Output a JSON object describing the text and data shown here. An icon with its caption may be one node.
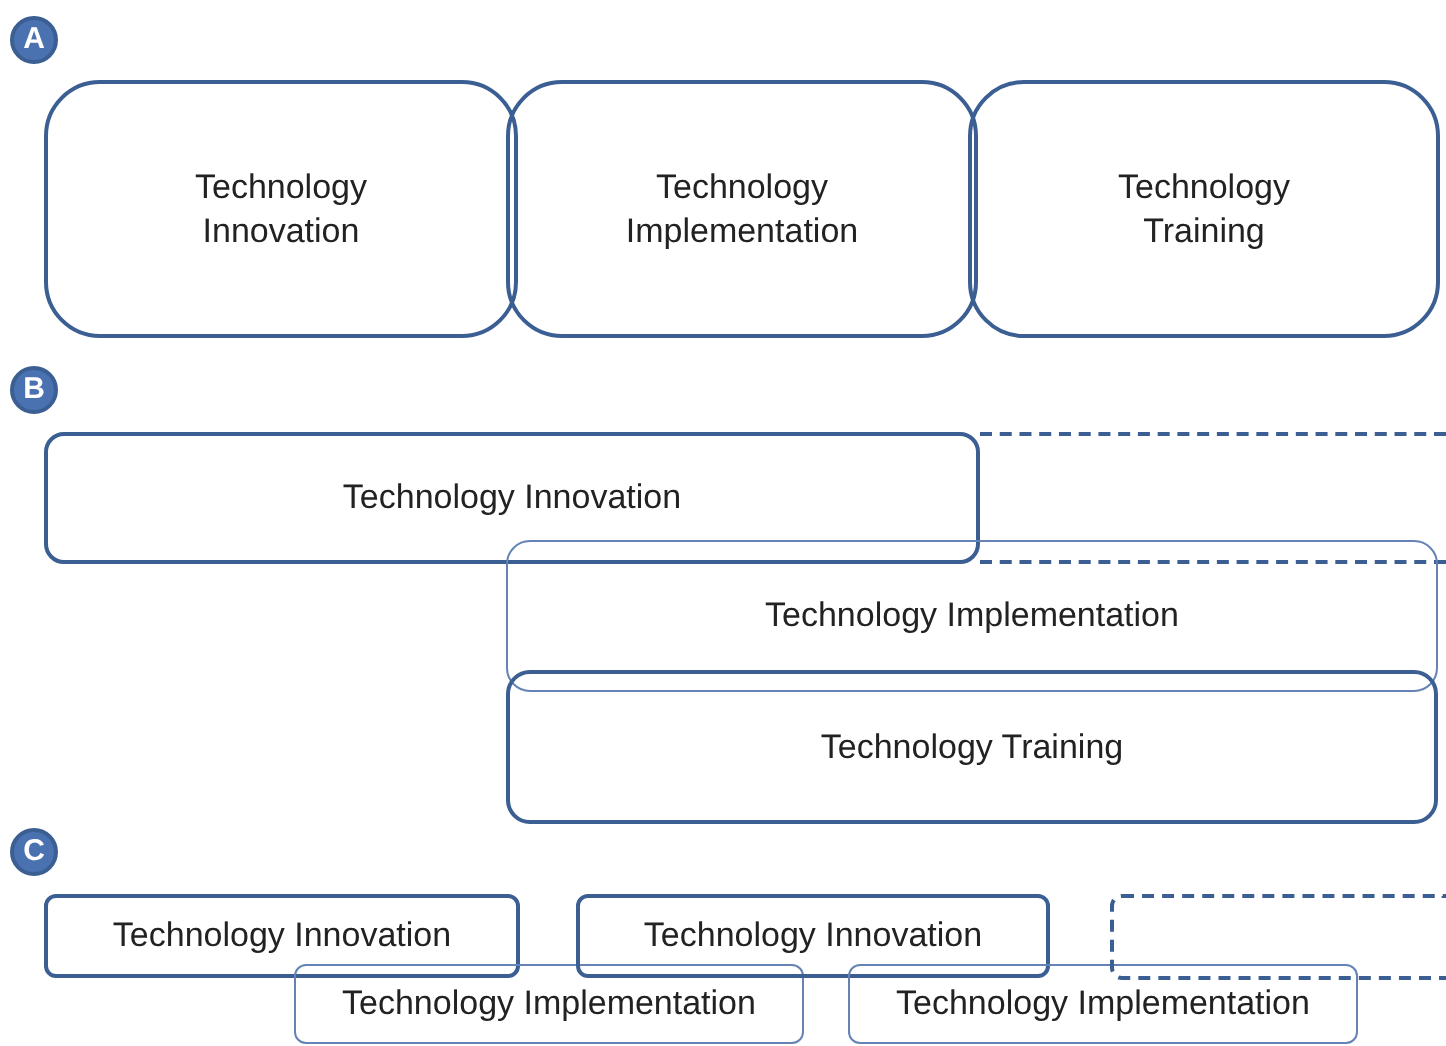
{
  "diagram": {
    "nodes": [
      {
        "text": [
          "A"
        ]
      },
      {
        "text": [
          "Technology Innovation"
        ]
      },
      {
        "text": [
          "Technology Implementation"
        ]
      },
      {
        "text": [
          "Technology Training"
        ]
      },
      {
        "text": [
          "B"
        ]
      },
      {
        "text": [
          "Technology Innovation"
        ]
      },
      {
        "text": [],
        "shape": "box"
      },
      {
        "text": [
          "Technology Implementation"
        ]
      },
      {
        "text": [
          "Technology Training"
        ]
      },
      {
        "text": [
          "C"
        ]
      },
      {
        "text": [
          "Technology Innovation"
        ]
      },
      {
        "text": [
          "Technology Implementation"
        ]
      },
      {
        "text": [
          "Technology Innovation"
        ]
      },
      {
        "text": [
          "Technology Implementation"
        ]
      },
      {
        "text": [],
        "shape": "box"
      }
    ]
  }
}
